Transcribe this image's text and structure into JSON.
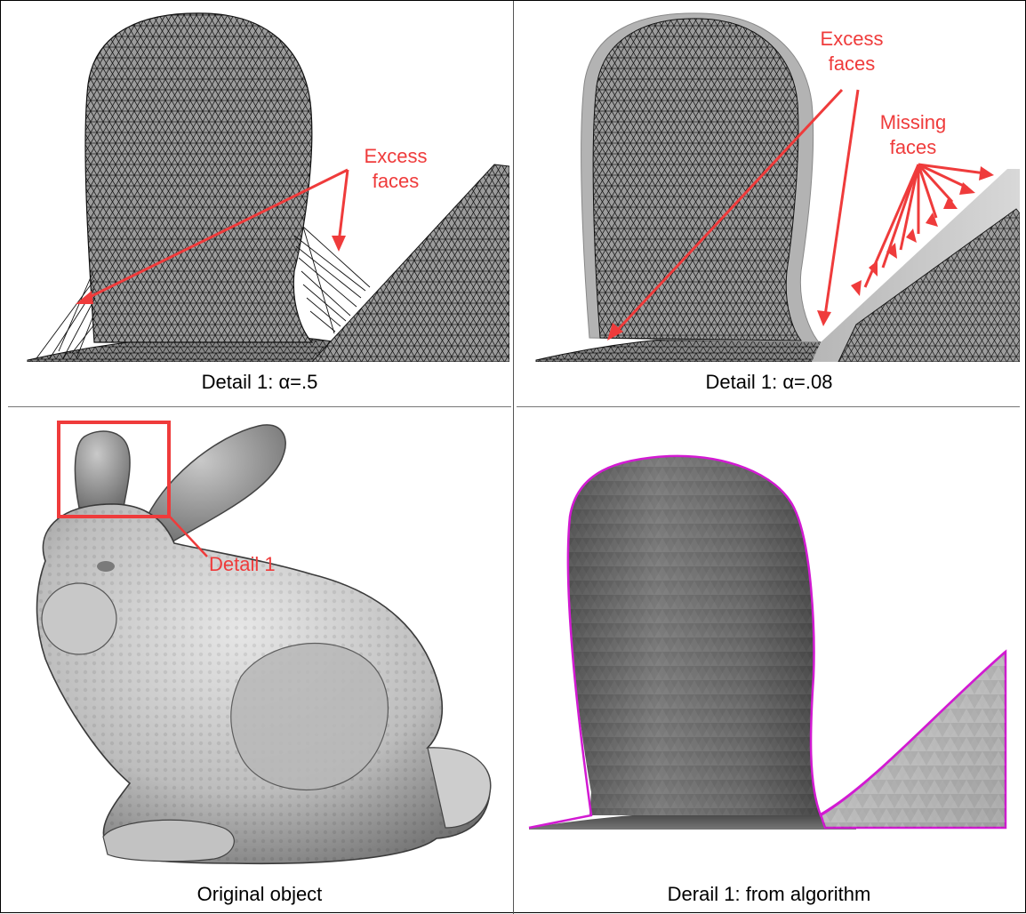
{
  "panels": {
    "top_left": {
      "caption": "Detail 1: α=.5",
      "annotation": [
        "Excess",
        "faces"
      ]
    },
    "top_right": {
      "caption": "Detail 1: α=.08",
      "annotation_excess": [
        "Excess",
        "faces"
      ],
      "annotation_missing": [
        "Missing",
        "faces"
      ]
    },
    "bottom_left": {
      "caption": "Original object",
      "annotation": "Detail 1"
    },
    "bottom_right": {
      "caption": "Derail 1: from algorithm"
    }
  },
  "colors": {
    "annotation": "#ef3b3b",
    "outline": "#d21ad2",
    "mesh_fill": "#9a9a9a",
    "wire": "#1a1a1a"
  }
}
